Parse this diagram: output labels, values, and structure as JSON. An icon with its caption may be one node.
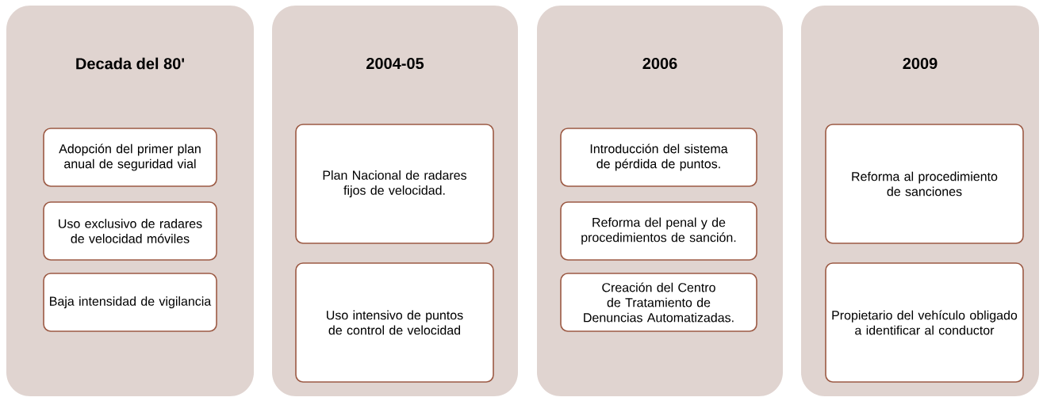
{
  "diagram": {
    "nodes": [
      {
        "text": [
          "Decada del 80'"
        ]
      },
      {
        "text": [
          "Adopción del primer plan anual de seguridad vial"
        ],
        "in": 0
      },
      {
        "text": [
          "Uso exclusivo de radares de velocidad móviles"
        ],
        "in": 0
      },
      {
        "text": [
          "Baja intensidad de vigilancia"
        ],
        "in": 0
      },
      {
        "text": [
          "2004-05"
        ]
      },
      {
        "text": [
          "Plan Nacional de radares fijos de velocidad."
        ],
        "in": 4
      },
      {
        "text": [
          "Uso intensivo de puntos de control de velocidad"
        ],
        "in": 4
      },
      {
        "text": [
          "2006"
        ]
      },
      {
        "text": [
          "Introducción del sistema de pérdida de puntos."
        ],
        "in": 7
      },
      {
        "text": [
          "Reforma del penal y de procedimientos de sanción."
        ],
        "in": 7
      },
      {
        "text": [
          "Creación del Centro de Tratamiento de Denuncias Automatizadas."
        ],
        "in": 7
      },
      {
        "text": [
          "2009"
        ]
      },
      {
        "text": [
          "Reforma al procedimiento de sanciones"
        ],
        "in": 11
      },
      {
        "text": [
          "Propietario del vehículo obligado a identificar al conductor"
        ],
        "in": 11
      }
    ]
  }
}
